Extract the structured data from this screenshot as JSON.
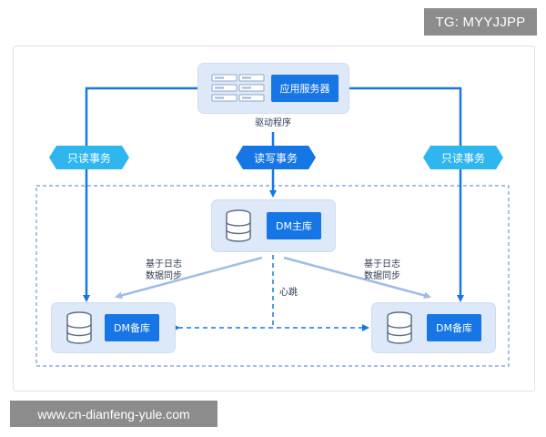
{
  "watermark_top": "TG: MYYJJPP",
  "watermark_bottom": "www.cn-dianfeng-yule.com",
  "nodes": {
    "app_server": "应用服务器",
    "dm_primary": "DM主库",
    "dm_standby_left": "DM备库",
    "dm_standby_right": "DM备库"
  },
  "labels": {
    "driver": "驱动程序",
    "readonly_left": "只读事务",
    "readwrite": "读写事务",
    "readonly_right": "只读事务",
    "sync_left_line1": "基于日志",
    "sync_left_line2": "数据同步",
    "sync_right_line1": "基于日志",
    "sync_right_line2": "数据同步",
    "heartbeat": "心跳"
  },
  "colors": {
    "primary": "#1676e5",
    "light_tag": "#2fb6ef",
    "node_bg": "#dde8f8",
    "sync_line": "#9dbce8"
  }
}
